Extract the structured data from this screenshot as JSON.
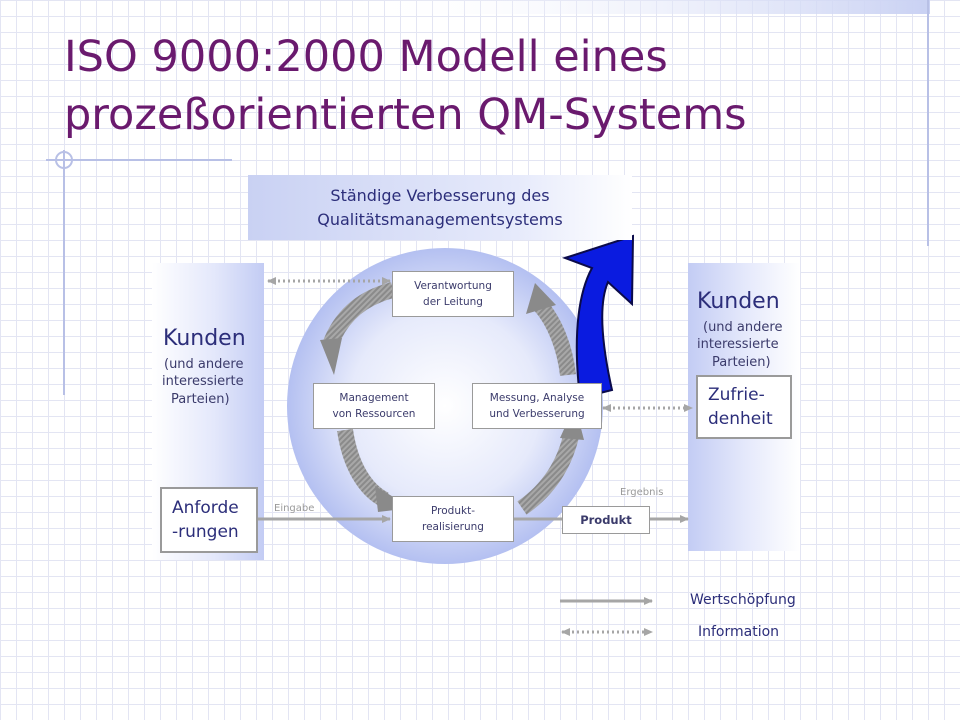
{
  "title": {
    "line1": "ISO 9000:2000 Modell eines",
    "line2": "prozeßorientierten QM-Systems"
  },
  "improvement": {
    "line1": "Ständige Verbesserung des",
    "line2": "Qualitätsmanagementsystems"
  },
  "left_customers": {
    "title": "Kunden",
    "sub1": "(und andere",
    "sub2": "interessierte",
    "sub3": "Parteien)",
    "requirements_line1": "Anforde",
    "requirements_line2": "-rungen"
  },
  "right_customers": {
    "title": "Kunden",
    "sub1": "(und andere",
    "sub2": "interessierte",
    "sub3": "Parteien)",
    "satisfaction_line1": "Zufrie-",
    "satisfaction_line2": "denheit"
  },
  "processes": {
    "responsibility_line1": "Verantwortung",
    "responsibility_line2": "der Leitung",
    "resources_line1": "Management",
    "resources_line2": "von Ressourcen",
    "measurement_line1": "Messung, Analyse",
    "measurement_line2": "und Verbesserung",
    "realization_line1": "Produkt-",
    "realization_line2": "realisierung"
  },
  "flow": {
    "input_label": "Eingabe",
    "output_label": "Ergebnis",
    "product_label": "Produkt"
  },
  "legend": {
    "value_creation": "Wertschöpfung",
    "information": "Information"
  },
  "colors": {
    "title": "#6a1a6e",
    "text": "#2c2e7a",
    "blue_arrow": "#0a1be0",
    "gray_arrow": "#8c8c8c",
    "circle": "#bfc8f3"
  }
}
